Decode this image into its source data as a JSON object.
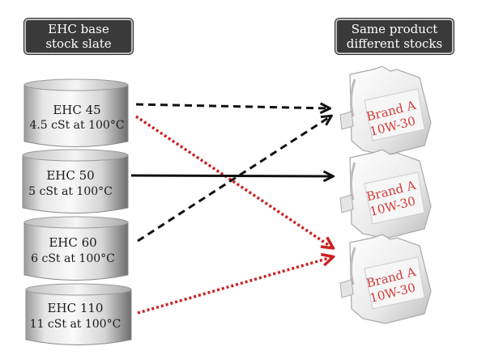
{
  "left_header": {
    "line1": "EHC base",
    "line2": "stock slate"
  },
  "right_header": {
    "line1": "Same product",
    "line2": "different stocks"
  },
  "drums": [
    {
      "name": "EHC 45",
      "spec": "4.5 cSt at 100°C"
    },
    {
      "name": "EHC 50",
      "spec": "5 cSt at 100°C"
    },
    {
      "name": "EHC 60",
      "spec": "6 cSt at 100°C"
    },
    {
      "name": "EHC 110",
      "spec": "11 cSt at 100°C"
    }
  ],
  "jugs": [
    {
      "brand": "Brand A",
      "grade": "10W-30"
    },
    {
      "brand": "Brand A",
      "grade": "10W-30"
    },
    {
      "brand": "Brand A",
      "grade": "10W-30"
    }
  ],
  "colors": {
    "black_arrow": "#111111",
    "red_arrow": "#cc2020",
    "header_bg": "#3a3a3a",
    "jug_label": "#d23a3a"
  }
}
